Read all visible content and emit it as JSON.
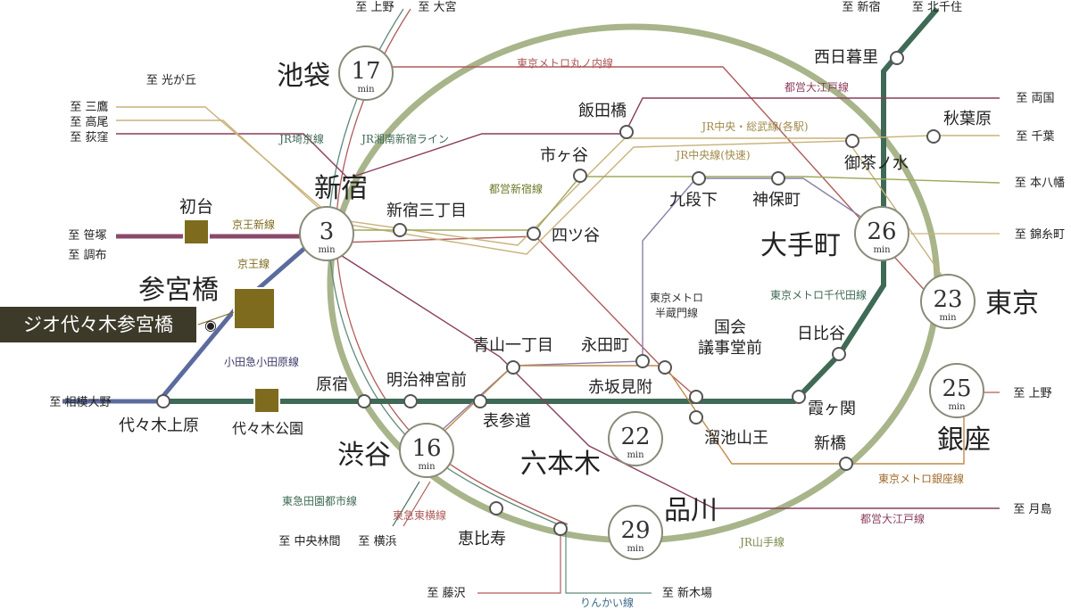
{
  "colors": {
    "yamanote": "#a8b48a",
    "chiyoda": "#3f6a55",
    "keio": "#5c6b9e",
    "keio_new": "#8a4a6a",
    "marunouchi": "#b05a5a",
    "oedo": "#8a3d5c",
    "chuo": "#c9b27a",
    "chuo_sobu": "#c9b27a",
    "shinjuku_line": "#9fa85a",
    "hanzomon": "#8a7fa8",
    "ginza": "#c08a4a",
    "gold": "#7f6b1e",
    "home_bg": "#3d3a2a"
  },
  "hubs": {
    "ikebukuro": {
      "name": "池袋",
      "num": "17",
      "unit": "min"
    },
    "shinjuku": {
      "name": "新宿",
      "num": "3",
      "unit": "min"
    },
    "shibuya": {
      "name": "渋谷",
      "num": "16",
      "unit": "min"
    },
    "otemachi": {
      "name": "大手町",
      "num": "26",
      "unit": "min"
    },
    "tokyo": {
      "name": "東京",
      "num": "23",
      "unit": "min"
    },
    "ginza": {
      "name": "銀座",
      "num": "25",
      "unit": "min"
    },
    "roppongi": {
      "name": "六本木",
      "num": "22",
      "unit": "min"
    },
    "shinagawa": {
      "name": "品川",
      "num": "29",
      "unit": "min"
    }
  },
  "stations": {
    "hatsudai": "初台",
    "sangubashi": "参宮橋",
    "yoyogi_uehara": "代々木上原",
    "yoyogi_koen": "代々木公園",
    "harajuku": "原宿",
    "meiji_jingumae": "明治神宮前",
    "omotesando": "表参道",
    "aoyama_itchome": "青山一丁目",
    "nagatacho": "永田町",
    "akasaka_mitsuke": "赤坂見附",
    "kokkai": "国会\n議事堂前",
    "kokkai_l1": "国会",
    "kokkai_l2": "議事堂前",
    "tameike": "溜池山王",
    "kasumigaseki": "霞ヶ関",
    "hibiya": "日比谷",
    "shimbashi": "新橋",
    "ebisu": "恵比寿",
    "shinjuku_sanchome": "新宿三丁目",
    "yotsuya": "四ツ谷",
    "ichigaya": "市ヶ谷",
    "iidabashi": "飯田橋",
    "kudanshita": "九段下",
    "jimbocho": "神保町",
    "ochanomizu": "御茶ノ水",
    "akihabara": "秋葉原",
    "nishi_nippori": "西日暮里"
  },
  "home": {
    "label": "ジオ代々木参宮橋",
    "marker": "◉"
  },
  "lines": {
    "saikyo": "JR埼京線",
    "shonan": "JR湘南新宿ライン",
    "keio_new": "京王新線",
    "keio": "京王線",
    "odakyu": "小田急小田原線",
    "toshin": "都営新宿線",
    "marunouchi": "東京メトロ丸ノ内線",
    "oedo_top": "都営大江戸線",
    "chuo_sobu": "JR中央・総武線(各駅)",
    "chuo_rapid": "JR中央線(快速)",
    "hanzomon": "東京メトロ\n半蔵門線",
    "hanzomon_l1": "東京メトロ",
    "hanzomon_l2": "半蔵門線",
    "chiyoda": "東京メトロ千代田線",
    "ginza": "東京メトロ銀座線",
    "oedo_bottom": "都営大江戸線",
    "yamanote": "JR山手線",
    "denentoshi": "東急田園都市線",
    "toyoko": "東急東横線",
    "rinkai": "りんかい線"
  },
  "destinations": {
    "ueno": "至 上野",
    "omiya": "至 大宮",
    "shinjuku_to": "至 新宿",
    "kitasenju": "至 北千住",
    "mitaka": "至 三鷹",
    "takao": "至 高尾",
    "ogikubo": "至 荻窪",
    "hikarigaoka": "至 光が丘",
    "sasazuka": "至 笹塚",
    "chofu": "至 調布",
    "sagami_ono": "至 相模大野",
    "ryogoku": "至 両国",
    "chiba": "至 千葉",
    "motoyawata": "至 本八幡",
    "kinshicho": "至 錦糸町",
    "ueno_r": "至 上野",
    "tsukishima": "至 月島",
    "chuo_rinkan": "至 中央林間",
    "yokohama": "至 横浜",
    "fujisawa": "至 藤沢",
    "shinkiba": "至 新木場"
  }
}
